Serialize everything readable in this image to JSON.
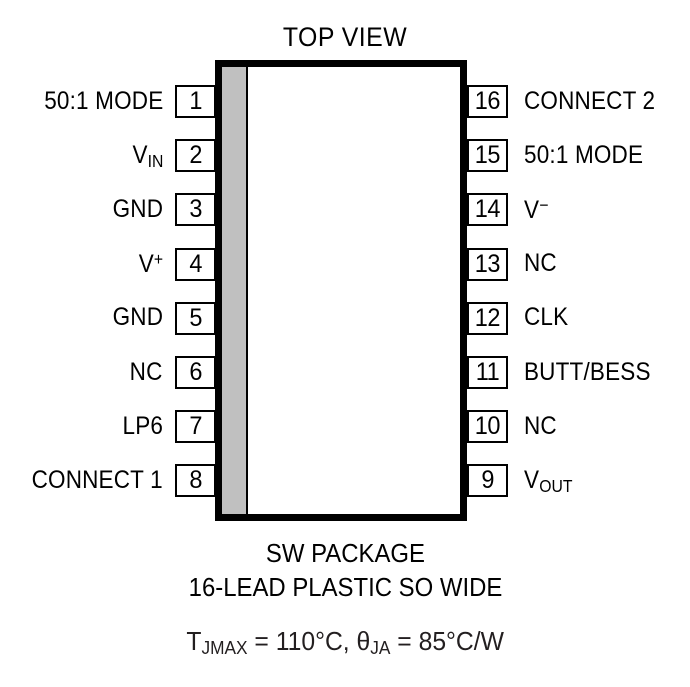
{
  "diagram": {
    "title": "TOP VIEW",
    "package_name": "SW PACKAGE",
    "package_description": "16-LEAD PLASTIC SO WIDE",
    "thermal": {
      "tjmax_symbol": "T",
      "tjmax_sub": "JMAX",
      "tjmax_value": " = 110°C, ",
      "theta_symbol": "θ",
      "theta_sub": "JA",
      "theta_value": " = 85°C/W"
    },
    "colors": {
      "body_outline": "#000000",
      "pin1_stripe": "#c0c0c0",
      "background": "#ffffff",
      "text": "#000000"
    },
    "pins_left": [
      {
        "number": "1",
        "label": "50:1 MODE"
      },
      {
        "number": "2",
        "label": "V",
        "sub": "IN"
      },
      {
        "number": "3",
        "label": "GND"
      },
      {
        "number": "4",
        "label": "V",
        "sup": "+"
      },
      {
        "number": "5",
        "label": "GND"
      },
      {
        "number": "6",
        "label": "NC"
      },
      {
        "number": "7",
        "label": "LP6"
      },
      {
        "number": "8",
        "label": "CONNECT 1"
      }
    ],
    "pins_right": [
      {
        "number": "16",
        "label": "CONNECT 2"
      },
      {
        "number": "15",
        "label": "50:1 MODE"
      },
      {
        "number": "14",
        "label": "V",
        "sup": "−"
      },
      {
        "number": "13",
        "label": "NC"
      },
      {
        "number": "12",
        "label": "CLK"
      },
      {
        "number": "11",
        "label": "BUTT/BESS"
      },
      {
        "number": "10",
        "label": "NC"
      },
      {
        "number": "9",
        "label": "V",
        "sub": "OUT"
      }
    ]
  }
}
